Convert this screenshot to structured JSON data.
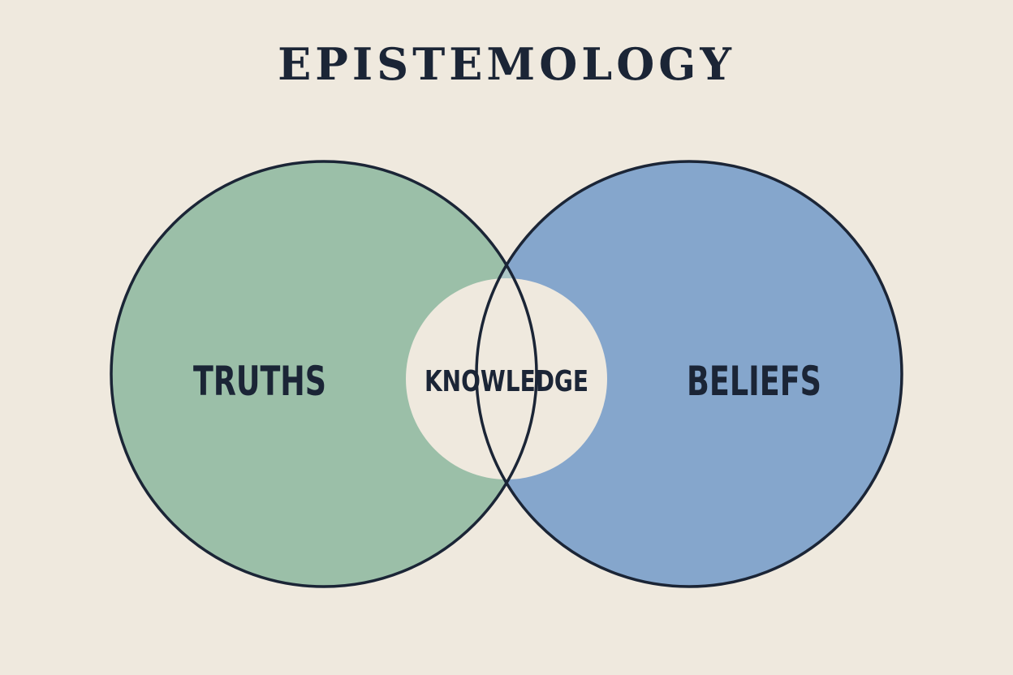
{
  "title": "EPISTEMOLOGY",
  "sets": {
    "left": {
      "label": "TRUTHS"
    },
    "right": {
      "label": "BELIEFS"
    },
    "center": {
      "label": "KNOWLEDGE"
    }
  },
  "colors": {
    "background": "#efe9de",
    "left_fill": "#9bbfa8",
    "right_fill": "#85a6cc",
    "overlap_fill": "#adc7c6",
    "center_fill": "#efe9de",
    "outline": "#1b2536",
    "text": "#1b2536"
  }
}
